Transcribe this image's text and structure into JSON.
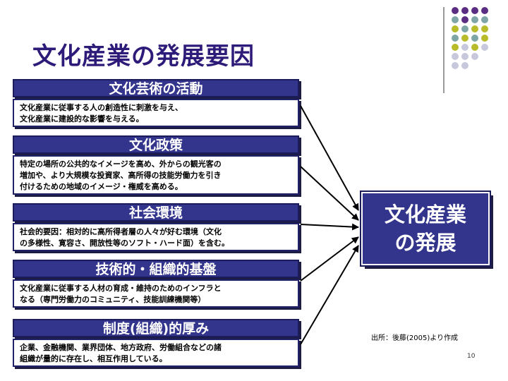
{
  "slide": {
    "title": "文化産業の発展要因",
    "page_number": "10",
    "source": "出所：後藤(2005)より作成",
    "accent_color": "#33348c",
    "dot_colors": {
      "purple": "#5a2d82",
      "teal": "#7fa6a6",
      "olive": "#b9bc2a",
      "lavender": "#c8c8dc"
    }
  },
  "factors": [
    {
      "title": "文化芸術の活動",
      "lines": [
        "文化産業に従事する人の創造性に刺激を与え、",
        "文化産業に建設的な影響を与える。"
      ]
    },
    {
      "title": "文化政策",
      "lines": [
        "特定の場所の公共的なイメージを高め、外からの観光客の",
        "増加や、より大規模な投資家、高所得の技能労働力を引き",
        "付けるための地域のイメージ・権威を高める。"
      ]
    },
    {
      "title": "社会環境",
      "lines": [
        "社会的要因：相対的に高所得者層の人々が好む環境（文化",
        "の多様性、寛容さ、開放性等のソフト・ハード面）を含む。"
      ]
    },
    {
      "title": "技術的・組織的基盤",
      "lines": [
        "文化産業に従事する人材の育成・維持のためのインフラと",
        "なる（専門労働力のコミュニティ、技能訓練機関等）"
      ]
    },
    {
      "title": "制度(組織)的厚み",
      "lines": [
        "企業、金融機関、業界団体、地方政府、労働組合などの諸",
        "組織が量的に存在し、相互作用している。"
      ]
    }
  ],
  "result": {
    "line1": "文化産業",
    "line2": "の発展"
  }
}
